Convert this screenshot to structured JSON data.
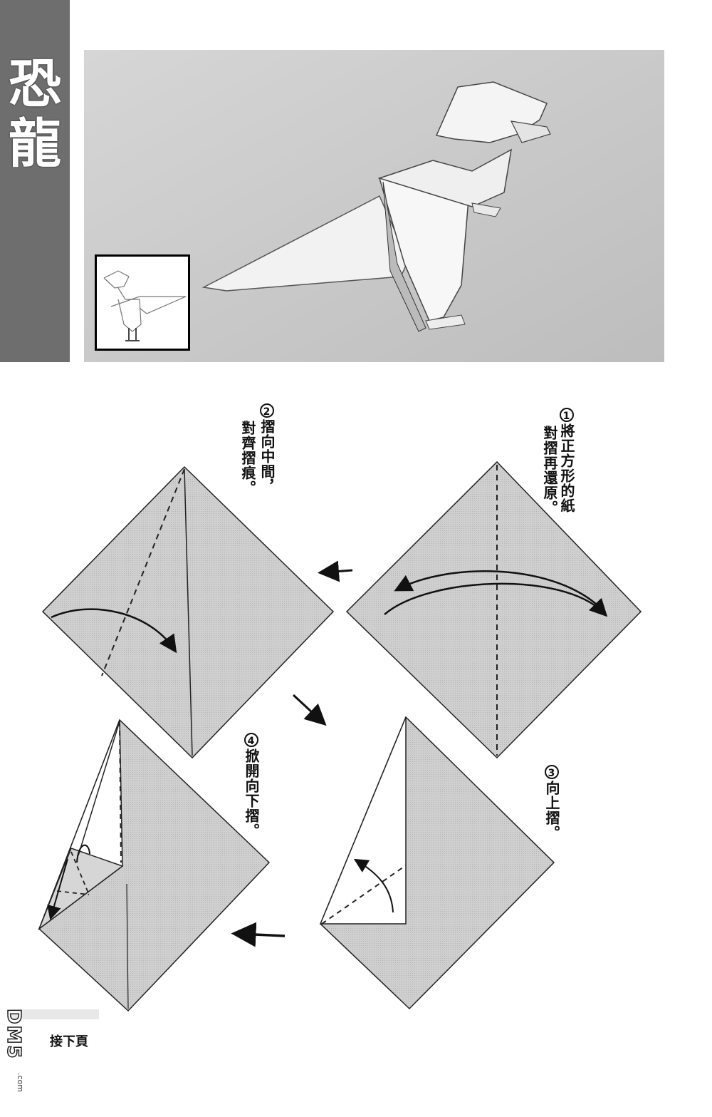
{
  "title": {
    "line1": "恐",
    "line2": "龍"
  },
  "steps": [
    {
      "num": "1",
      "col1": "將正方形的紙",
      "col2": "對摺再還原。"
    },
    {
      "num": "2",
      "col1": "摺向中間，",
      "col2": "對齊摺痕。"
    },
    {
      "num": "3",
      "col1": "向上摺。"
    },
    {
      "num": "4",
      "col1": "掀開向下摺。"
    }
  ],
  "footer": {
    "next": "接下頁"
  },
  "watermark": {
    "logo": "DM5",
    "domain": ".com"
  },
  "colors": {
    "paper": "#c8c8c8",
    "band": "#6e6e6e",
    "ink": "#111111"
  },
  "icons": [
    "arrow-left-icon",
    "arrow-down-right-icon",
    "fold-arrow-icon",
    "dinosaur-thumbnail-icon"
  ]
}
